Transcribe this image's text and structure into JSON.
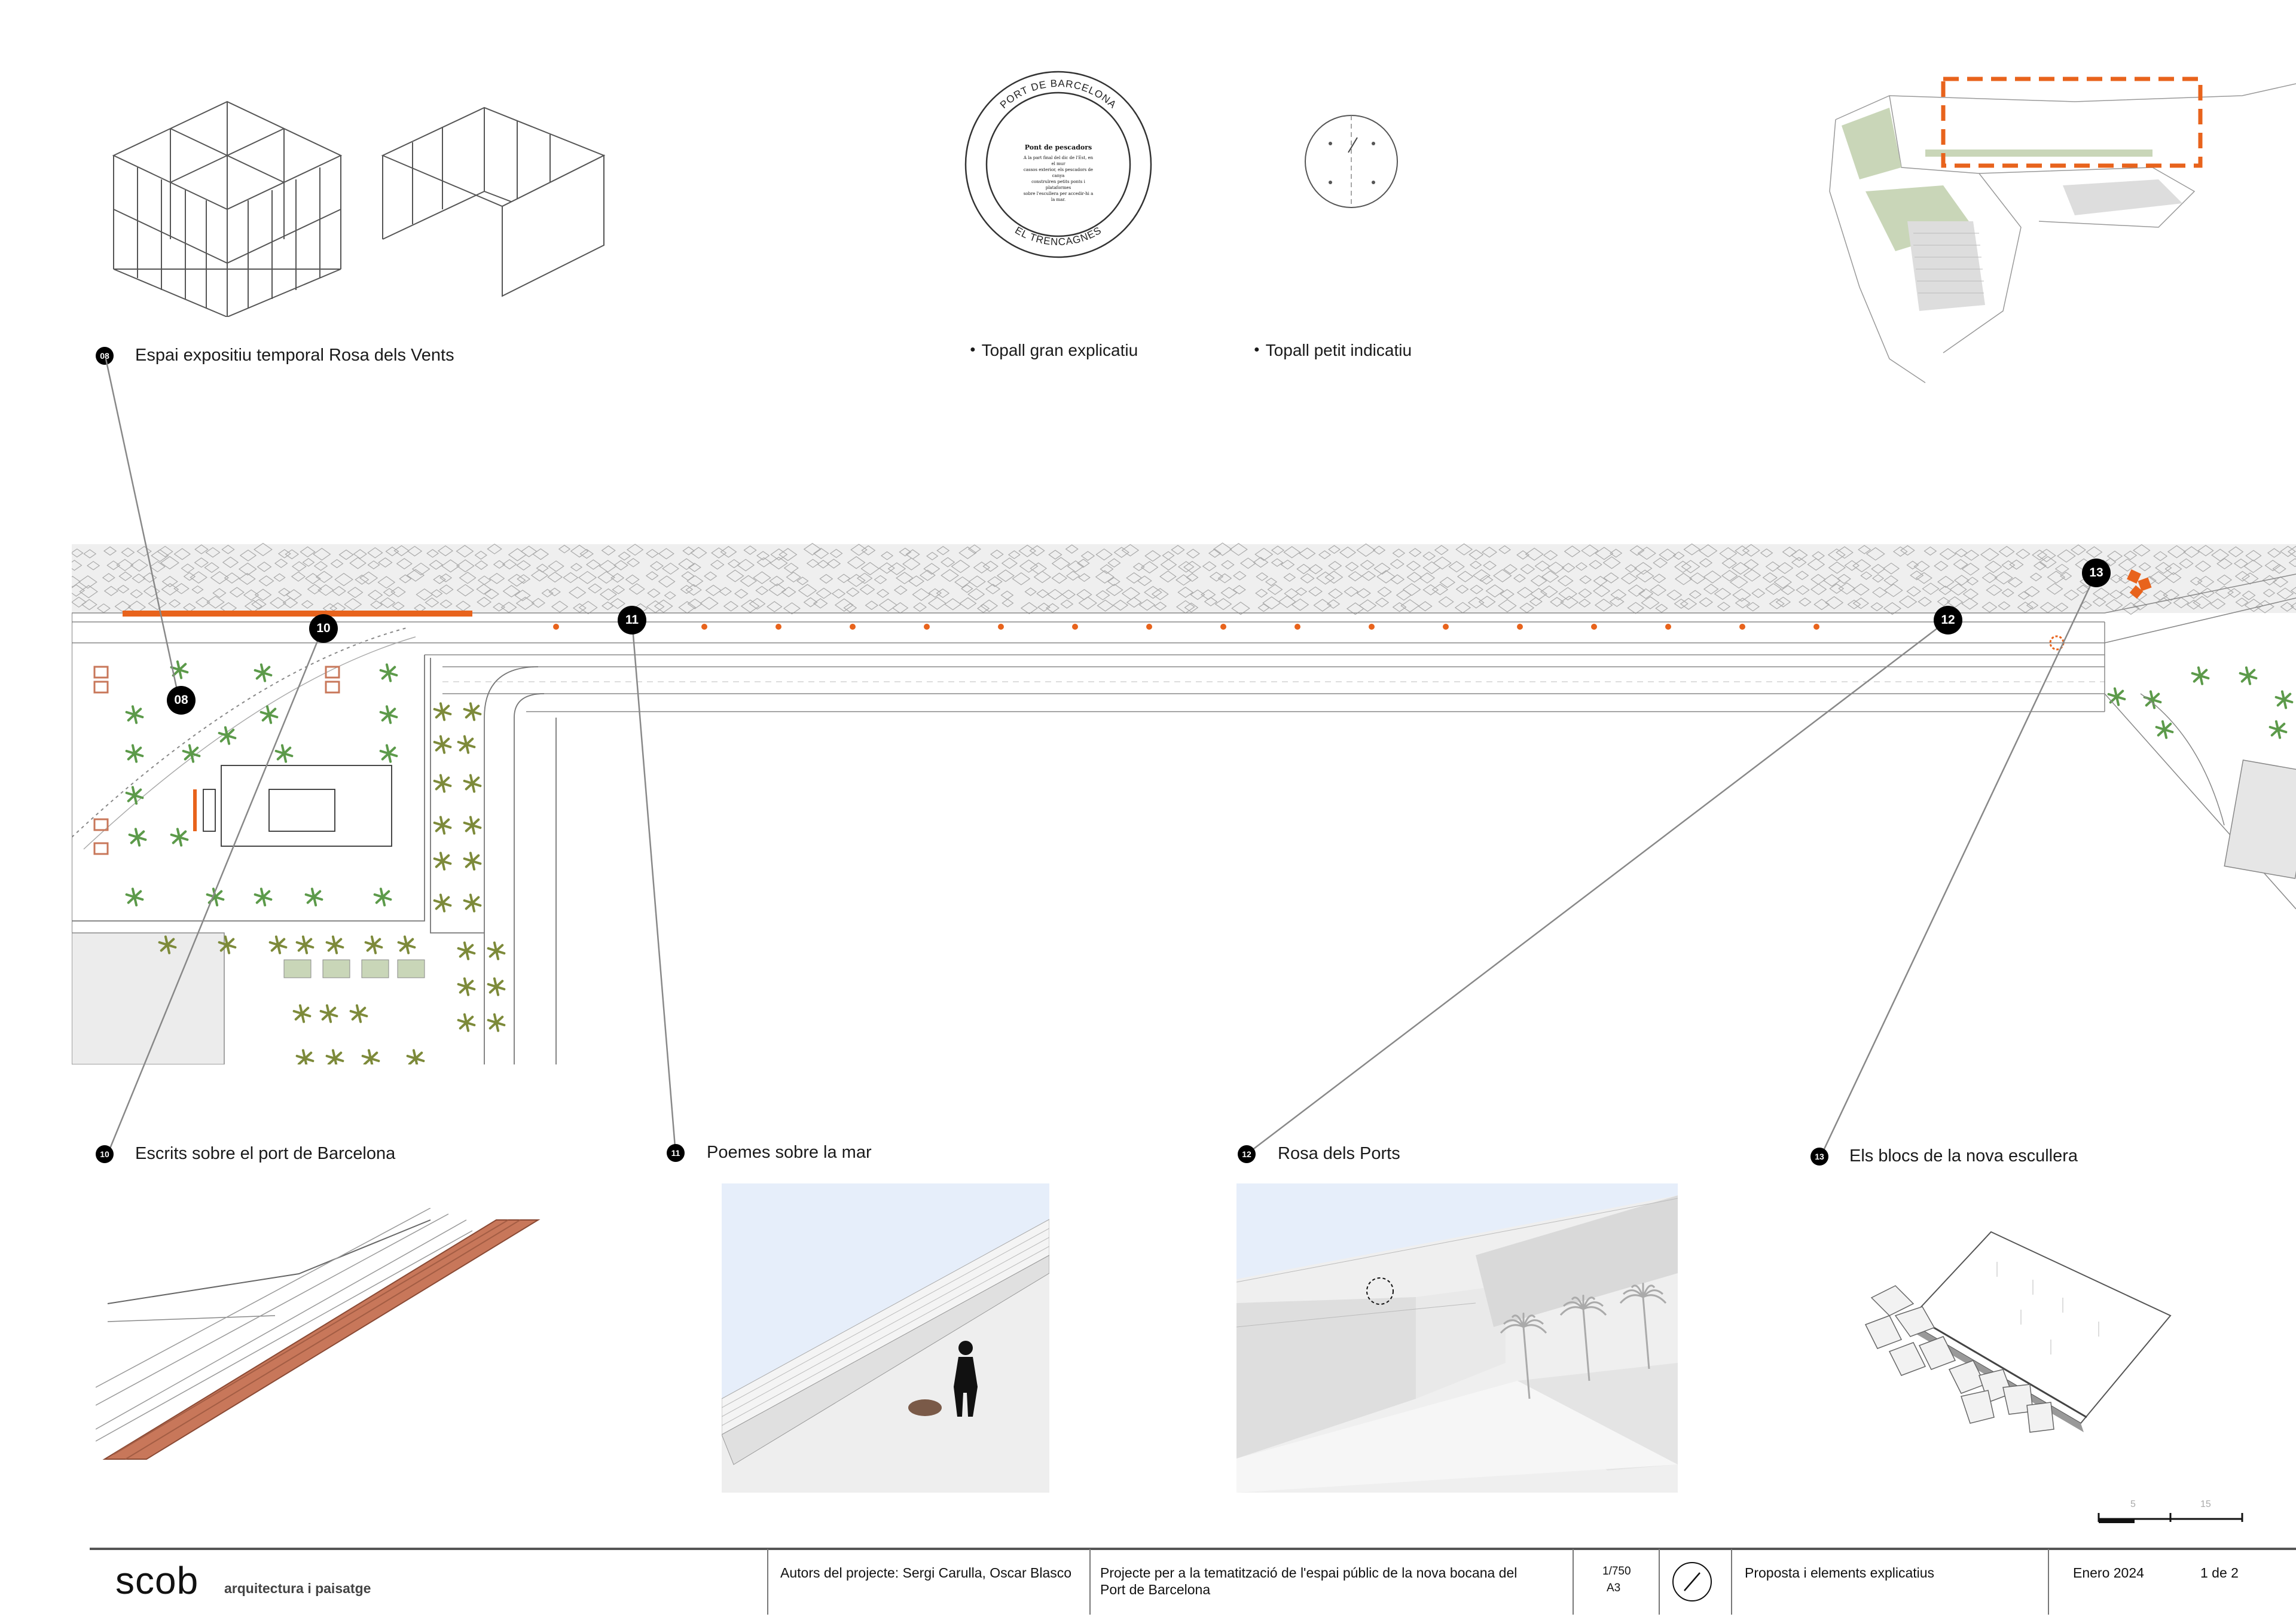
{
  "labels": {
    "item08": "Espai expositiu temporal Rosa dels Vents",
    "item10": "Escrits sobre el port de Barcelona",
    "item11": "Poemes sobre la mar",
    "item12": "Rosa dels Ports",
    "item13": "Els blocs de la nova escullera",
    "topall_gran": "Topall gran explicatiu",
    "topall_petit": "Topall petit indicatiu"
  },
  "badges": {
    "b08": "08",
    "b10": "10",
    "b11": "11",
    "b12": "12",
    "b13": "13"
  },
  "plaque": {
    "top_text": "PORT DE BARCELONA",
    "bottom_text": "EL TRENCAGNES",
    "title": "Pont de pescadors",
    "body_line1": "A la part final del dic de l'Est, en el mur",
    "body_line2": "cassos exterior, els pescadors de canya",
    "body_line3": "construïren petits ponts i plataformes",
    "body_line4": "sobre l'escullera per accedir-hi a la mar."
  },
  "footer": {
    "logo": "scob",
    "logo_sub": "arquitectura i paisatge",
    "authors": "Autors del projecte: Sergi Carulla, Oscar Blasco",
    "project_line1": "Projecte per a la tematització de l'espai públic de la nova bocana del",
    "project_line2": "Port de Barcelona",
    "scale": "1/750",
    "paper": "A3",
    "sheet_title": "Proposta i elements explicatius",
    "date": "Enero 2024",
    "page": "1 de 2"
  },
  "scalebar": {
    "mid": "5",
    "end": "15"
  },
  "colors": {
    "accent": "#e8631c",
    "line": "#555555",
    "palm": "#5c9a4a",
    "palm_olive": "#7d8a3a",
    "bench": "#c8775a"
  }
}
